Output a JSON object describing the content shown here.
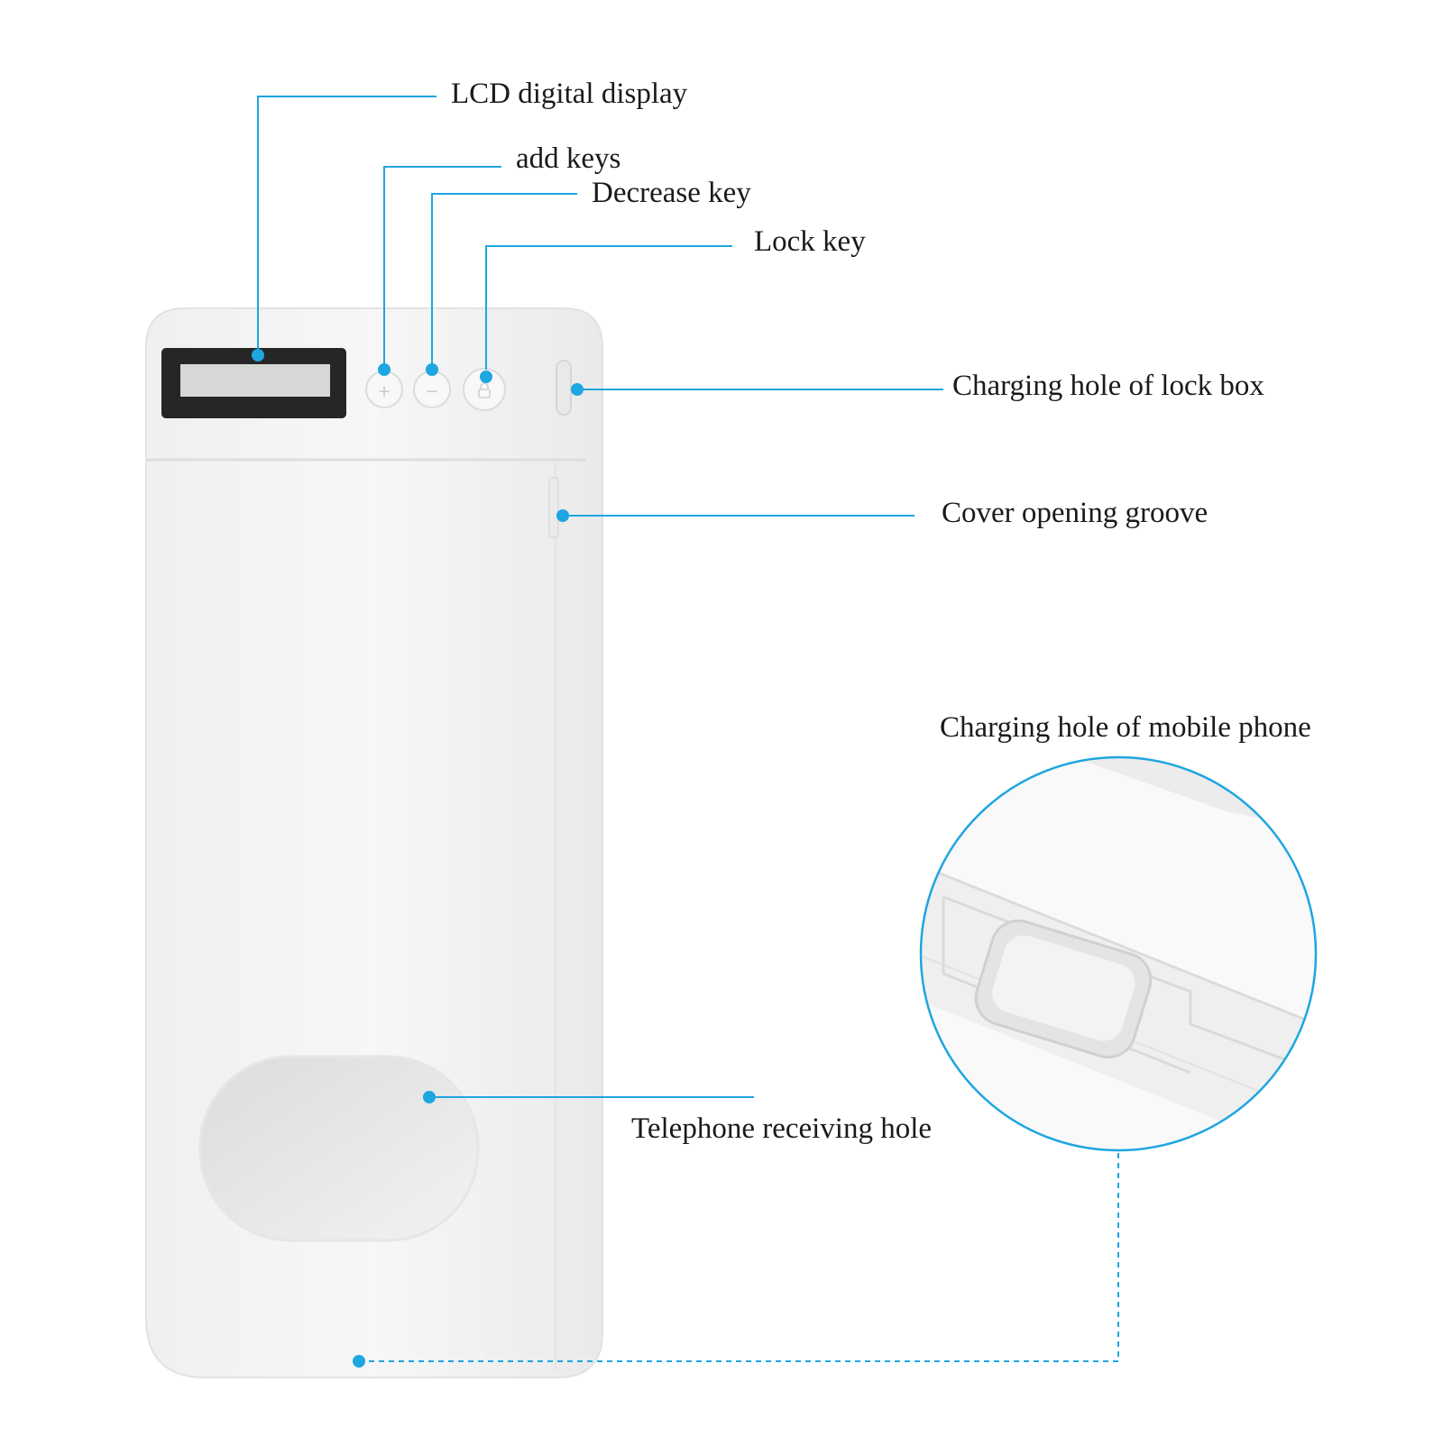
{
  "labels": {
    "lcd": "LCD digital display",
    "add": "add keys",
    "decrease": "Decrease key",
    "lock": "Lock key",
    "charging_lock_box": "Charging hole of lock box",
    "cover_groove": "Cover opening groove",
    "charging_phone": "Charging hole of mobile phone",
    "telephone_hole": "Telephone receiving hole"
  },
  "key_glyphs": {
    "add": "+",
    "decrease": "−"
  },
  "colors": {
    "callout": "#1ea6e0",
    "body": "#f4f4f4",
    "lcd_frame": "#262626",
    "lcd_screen": "#d6d8d6",
    "text": "#1a1a1a"
  },
  "icons": {
    "lock_key": "lock-icon"
  }
}
